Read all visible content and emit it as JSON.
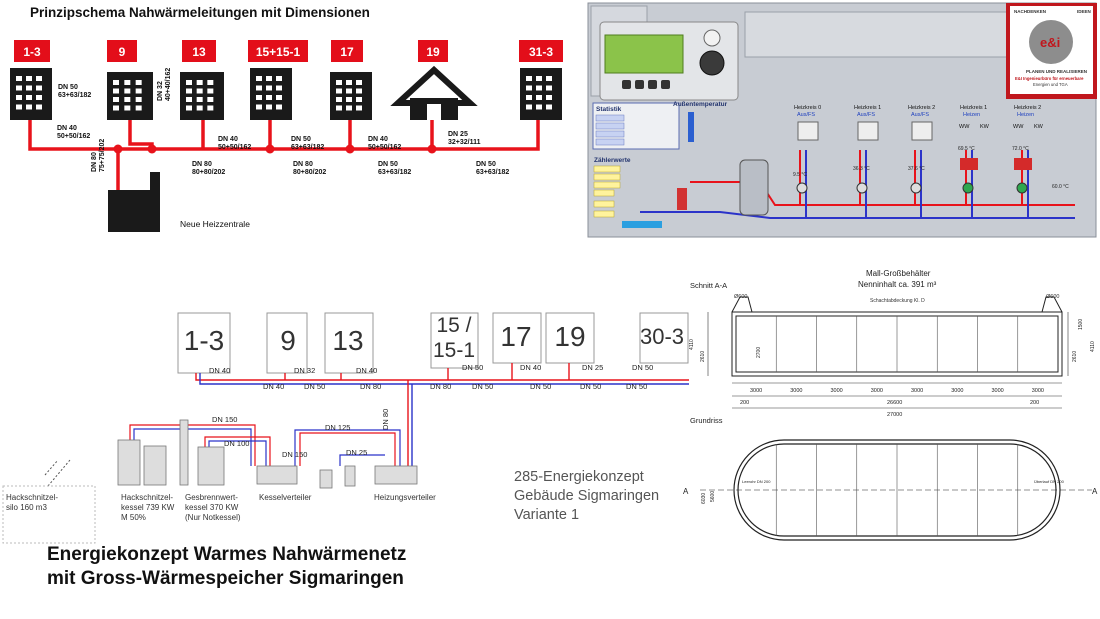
{
  "schema_title": "Prinzipschema Nahwärmeleitungen mit Dimensionen",
  "colors": {
    "pipe_red": "#e8131b",
    "pipe_blue": "#2b33c9",
    "label_red": "#e30e1a",
    "building": "#1a1a1a",
    "panel_bg": "#c8ccd3",
    "screen_green": "#8bc34a"
  },
  "buildings_top": [
    "1-3",
    "9",
    "13",
    "15+15-1",
    "17",
    "19",
    "31-3"
  ],
  "pipe_labels_top": [
    {
      "dn": "DN 50",
      "dim": "63+63/182"
    },
    {
      "dn": "DN 32",
      "dim": "40+40/162"
    },
    {
      "dn": "DN 40",
      "dim": "50+50/162"
    },
    {
      "dn": "DN 40",
      "dim": "50+50/162"
    },
    {
      "dn": "DN 50",
      "dim": "63+63/182"
    },
    {
      "dn": "DN 40",
      "dim": "50+50/162"
    },
    {
      "dn": "DN 25",
      "dim": "32+32/111"
    },
    {
      "dn": "DN 80",
      "dim": "75+75/202"
    },
    {
      "dn": "DN 80",
      "dim": "80+80/202"
    },
    {
      "dn": "DN 80",
      "dim": "80+80/202"
    },
    {
      "dn": "DN 50",
      "dim": "63+63/182"
    },
    {
      "dn": "DN 50",
      "dim": "63+63/182"
    }
  ],
  "heat_plant_label": "Neue Heizzentrale",
  "control_panel": {
    "statistik": "Statistik",
    "aussentemp": "Außentemperatur",
    "zaehlerwerte": "Zählerwerte",
    "heizkreise": [
      "Heizkreis 0",
      "Heizkreis 1",
      "Heizkreis 2",
      "Heizkreis 1",
      "Heizkreis 2"
    ],
    "heizkreis_modes": [
      "Aus/FS",
      "Aus/FS",
      "Aus/FS",
      "Heizen",
      "Heizen"
    ],
    "ww": "WW",
    "kw": "KW",
    "temps": [
      "9.5 °C",
      "36.3 °C",
      "37.6 °C",
      "69.5 °C",
      "72.0 °C",
      "60.0 °C"
    ]
  },
  "logo": {
    "top_left": "NACHDENKEN",
    "top_right": "IDEEN",
    "mark": "e&i",
    "line1": "PLANEN UND REALISIEREN",
    "line2": "E&I Ingenieurbüro für erneuerbare",
    "line3": "Energien und TGA"
  },
  "buildings_mid": [
    "1-3",
    "9",
    "13",
    "15 /",
    "15-1",
    "17",
    "19",
    "30-3"
  ],
  "pipe_labels_mid": [
    "DN 40",
    "DN 32",
    "DN 40",
    "DN 50",
    "DN 40",
    "DN 25",
    "DN 50",
    "DN 40",
    "DN 50",
    "DN 80",
    "DN 80",
    "DN 50",
    "DN 50",
    "DN 50",
    "DN 50",
    "DN 80"
  ],
  "boiler_labels": [
    "DN 150",
    "DN 100",
    "DN 150",
    "DN 125",
    "DN 25"
  ],
  "bottom_labels": {
    "silo": [
      "Hackschnitzel-",
      "silo 160 m3"
    ],
    "kessel1": [
      "Hackschnitzel-",
      "kessel 739 KW",
      "M 50%"
    ],
    "kessel2": [
      "Gesbrennwert-",
      "kessel 370 KW",
      "(Nur Notkessel)"
    ],
    "kesselverteiler": "Kesselverteiler",
    "heizungsverteiler": "Heizungsverteiler"
  },
  "project": [
    "285-Energiekonzept",
    "Gebäude Sigmaringen",
    "Variante 1"
  ],
  "main_title": [
    "Energiekonzept Warmes Nahwärmenetz",
    "mit Gross-Wärmespeicher Sigmaringen"
  ],
  "tank": {
    "title": "Mall-Großbehälter",
    "capacity": "Nenninhalt  ca. 391 m³",
    "section": "Schnitt A-A",
    "plan": "Grundriss",
    "cover": "Schachtabdeckung Kl. D",
    "segments": [
      "3000",
      "3000",
      "3000",
      "3000",
      "3000",
      "3000",
      "3000",
      "3000"
    ],
    "inner": "26600",
    "outer": "27000",
    "edge": "200",
    "heights": [
      "4110",
      "2610",
      "2700",
      "1500",
      "4110"
    ],
    "widths": [
      "Ø600",
      "Ø600"
    ],
    "plan_dims": [
      "6030",
      "5600"
    ],
    "marker_a": "A",
    "inlet": "Leerohr DN 200",
    "overflow": "Überlauf DN 200"
  }
}
